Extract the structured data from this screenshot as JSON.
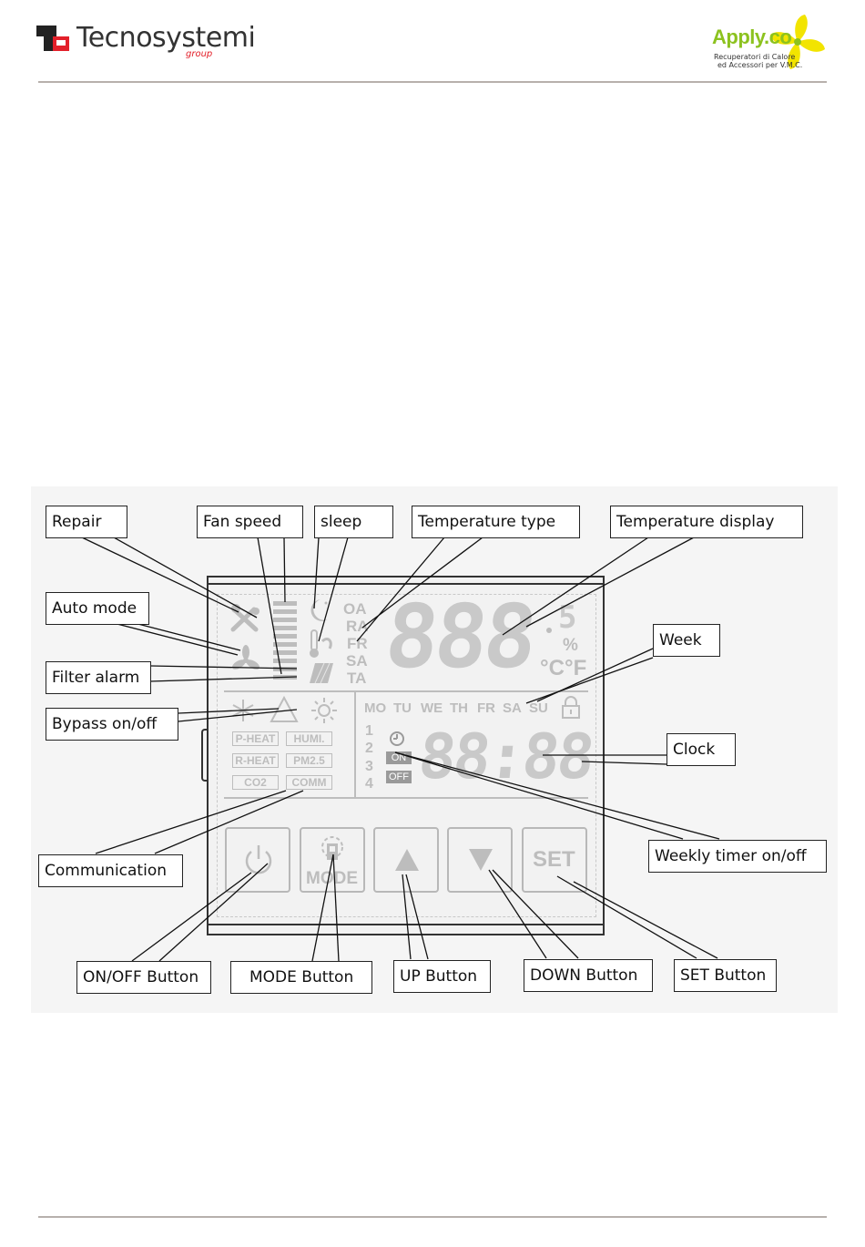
{
  "header": {
    "left_brand": "Tecnosystemi",
    "left_brand_sub": "group",
    "right_brand": "Apply.co",
    "right_tagline_1": "Recuperatori di Calore",
    "right_tagline_2": "ed Accessori per V.M.C."
  },
  "callouts": {
    "repair": "Repair",
    "fan_speed": "Fan speed",
    "sleep": "sleep",
    "temperature_type": "Temperature type",
    "temperature_display": "Temperature display",
    "auto_mode": "Auto mode",
    "filter_alarm": "Filter alarm",
    "bypass": "Bypass on/off",
    "week": "Week",
    "clock": "Clock",
    "weekly_timer": "Weekly timer on/off",
    "communication": "Communication",
    "on_off_button": "ON/OFF Button",
    "mode_button": "MODE Button",
    "up_button": "UP Button",
    "down_button": "DOWN Button",
    "set_button": "SET Button"
  },
  "display": {
    "temp_types": [
      "OA",
      "RA",
      "FR",
      "SA",
      "TA"
    ],
    "temp_digits": "888",
    "temp_decimal": "5",
    "percent": "%",
    "celsius": "°C",
    "fahrenheit": "°F",
    "days": [
      "MO",
      "TU",
      "WE",
      "TH",
      "FR",
      "SA",
      "SU"
    ],
    "timer_numbers": [
      "1",
      "2",
      "3",
      "4"
    ],
    "timer_on": "ON",
    "timer_off": "OFF",
    "clock_digits": "88:88",
    "badges": [
      "P-HEAT",
      "HUMI.",
      "R-HEAT",
      "PM2.5",
      "CO2",
      "COMM"
    ]
  },
  "buttons": {
    "mode_label": "MODE",
    "set_label": "SET"
  },
  "colors": {
    "lcd_segment": "#c9c9c9",
    "outline": "#222222",
    "apply_green": "#8cc21f",
    "tecno_red": "#e3202a"
  }
}
